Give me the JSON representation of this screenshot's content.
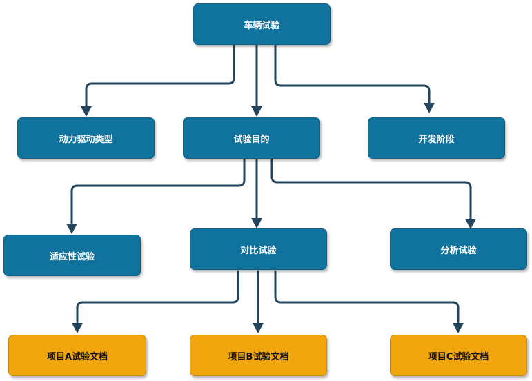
{
  "nodes": {
    "root": "车辆试验",
    "powertrain": "动力驱动类型",
    "purpose": "试验目的",
    "stage": "开发阶段",
    "adaptability": "适应性试验",
    "comparison": "对比试验",
    "analysis": "分析试验",
    "doc_a": "项目A试验文档",
    "doc_b": "项目B试验文档",
    "doc_c": "项目C试验文档"
  },
  "colors": {
    "node_blue": "#10739e",
    "node_orange": "#f2a60d",
    "edge": "#23445d"
  }
}
